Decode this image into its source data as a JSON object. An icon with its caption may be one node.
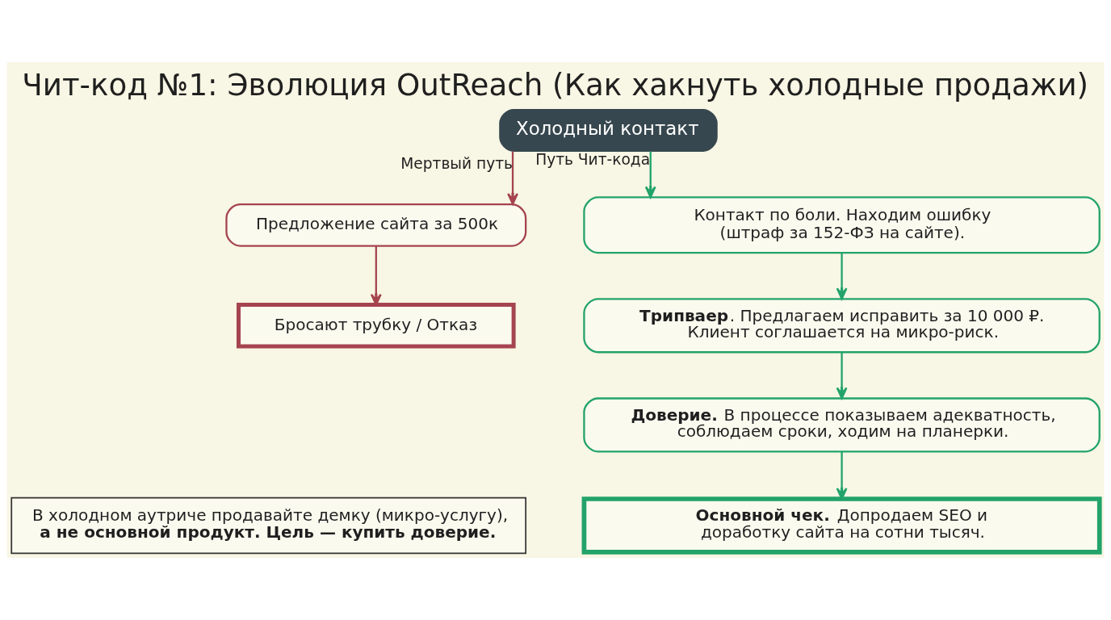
{
  "diagram": {
    "title": "Чит-код №1: Эволюция OutReach (Как хакнуть холодные продажи)",
    "nodes": [
      {
        "text": [
          "Холодный контакт"
        ]
      },
      {
        "text": [
          "Предложение сайта за 500к"
        ]
      },
      {
        "text": [
          "Бросают трубку / Отказ"
        ]
      },
      {
        "text": [
          "Контакт по боли. Находим ошибку (штраф за 152-ФЗ на сайте)."
        ]
      },
      {
        "text": [
          "**Трипваер**. Предлагаем исправить за 10 000 ₽. Клиент соглашается на микро-риск."
        ]
      },
      {
        "text": [
          "**Доверие.** В процессе показываем адекватность, соблюдаем сроки, ходим на планерки."
        ]
      },
      {
        "text": [
          "**Основной чек.** Допродаем SEO и доработку сайта на сотни тысяч."
        ]
      },
      {
        "text": [
          "В холодном аутриче продавайте демку (микро-услугу), **а не основной продукт. Цель — купить доверие.**"
        ]
      }
    ],
    "edges": [
      {
        "from": 0,
        "to": 1,
        "arrow": "to",
        "label": "Мертвый путь",
        "color": "#a5444f"
      },
      {
        "from": 0,
        "to": 3,
        "arrow": "to",
        "label": "Путь Чит-кода"
      },
      {
        "from": 1,
        "to": 2,
        "arrow": "to",
        "color": "#a5444f"
      },
      {
        "from": 3,
        "to": 4,
        "arrow": "to"
      },
      {
        "from": 4,
        "to": 5,
        "arrow": "to"
      },
      {
        "from": 5,
        "to": 6,
        "arrow": "to"
      }
    ]
  }
}
